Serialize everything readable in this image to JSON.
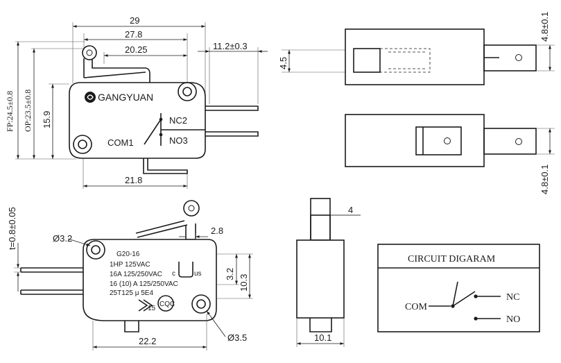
{
  "front_view": {
    "dim_overall_29": "29",
    "dim_27_8": "27.8",
    "dim_20_25": "20.25",
    "dim_11_2": "11.2±0.3",
    "dim_fp": "FP:24.5±0.8",
    "dim_op": "OP:23.5±0.8",
    "dim_15_9": "15.9",
    "dim_21_8": "21.8",
    "brand": "GANGYUAN",
    "terminal_nc": "NC2",
    "terminal_no": "NO3",
    "terminal_com": "COM1"
  },
  "side_view": {
    "dim_4_5": "4.5",
    "dim_4_8_top": "4.8±0.1",
    "dim_4_8_bottom": "4.8±0.1"
  },
  "rear_view": {
    "dim_t": "t=0.8±0.05",
    "dim_hole": "Ø3.2",
    "dim_2_8": "2.8",
    "dim_3_2": "3.2",
    "dim_10_3": "10.3",
    "dim_hole2": "Ø3.5",
    "dim_22_2": "22.2",
    "model": "G20-16",
    "rating1": "1HP 125VAC",
    "rating2": "16A 125/250VAC",
    "rating3": "16 (10) A 125/250VAC",
    "rating4": "25T125 μ 5E4",
    "cert_ul": "c",
    "cert_ul_us": "us",
    "cert_cqc": "CQC",
    "cert_15": "15"
  },
  "end_view": {
    "dim_4": "4",
    "dim_10_1": "10.1"
  },
  "circuit": {
    "title": "CIRCUIT DIGARAM",
    "com": "COM",
    "nc": "NC",
    "no": "NO"
  }
}
